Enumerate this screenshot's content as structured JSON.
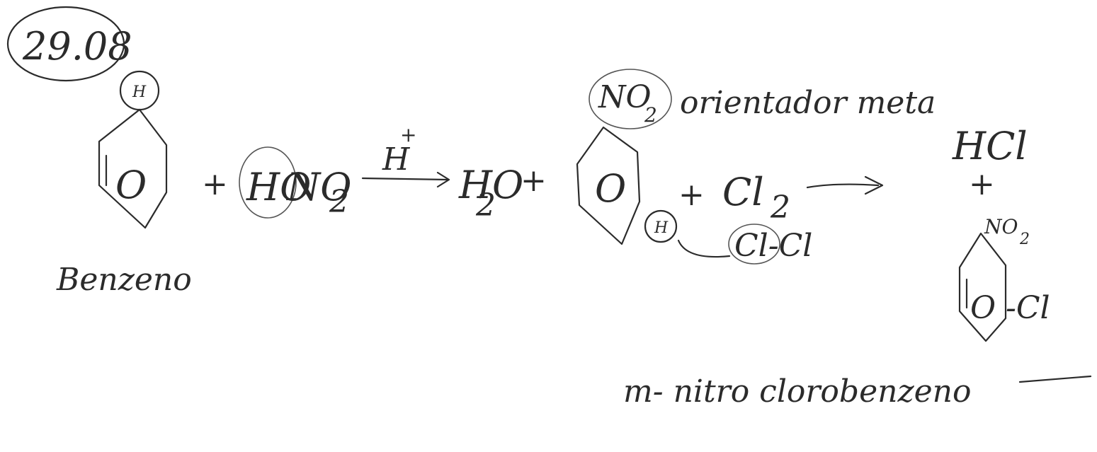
{
  "date": "29.08",
  "benzene_label": "Benzeno",
  "benzene_h": "H",
  "ring_symbol": "O",
  "plus": "+",
  "reagent_ho": "HO",
  "reagent_no": "NO",
  "sub_2": "2",
  "catalyst": "H",
  "catalyst_charge": "+",
  "water_h": "H",
  "water_o": "O",
  "nitro_group": "NO",
  "orientation_note": "orientador meta",
  "ring_h": "H",
  "chlorine": "Cl",
  "chlorine_bond": "Cl-Cl",
  "hcl": "HCl",
  "product_cl": "-Cl",
  "product_name": "m- nitro clorobenzeno"
}
